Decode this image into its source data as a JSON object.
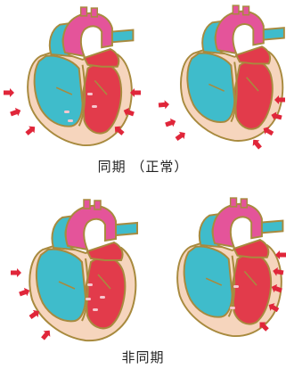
{
  "captions": {
    "synchronous": "同期 （正常）",
    "asynchronous": "非同期"
  },
  "colors": {
    "outline": "#A88A3E",
    "muscle": "#F6D5BD",
    "right_side": "#3FBCCB",
    "left_side": "#E23B4B",
    "aorta": "#E4549A",
    "arrow": "#E0263A",
    "cell_dot": "#F6C7CF"
  },
  "panels": [
    {
      "group": "synchronous",
      "state": "contracted",
      "arrows": "both-sides"
    },
    {
      "group": "synchronous",
      "state": "relaxed",
      "arrows": "both-sides"
    },
    {
      "group": "asynchronous",
      "state": "septal-first",
      "arrows": "left-side"
    },
    {
      "group": "asynchronous",
      "state": "lateral-late",
      "arrows": "right-side"
    }
  ]
}
